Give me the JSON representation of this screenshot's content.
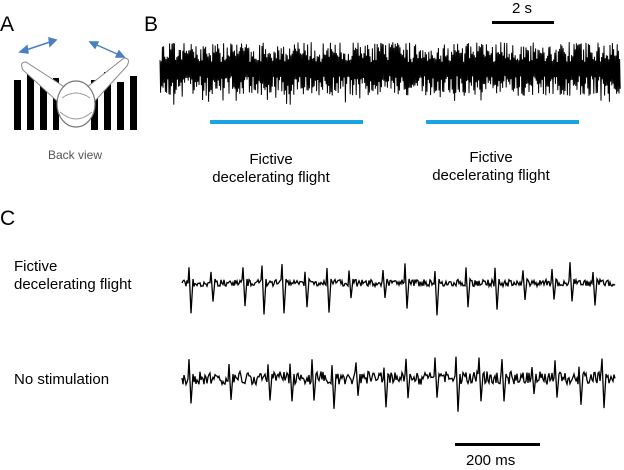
{
  "panels": {
    "a": "A",
    "b": "B",
    "c": "C"
  },
  "panel_a": {
    "caption": "Back view"
  },
  "panel_b": {
    "scalebar_label": "2 s",
    "stim_label_1_line1": "Fictive",
    "stim_label_1_line2": "decelerating flight",
    "stim_label_2_line1": "Fictive",
    "stim_label_2_line2": "decelerating flight"
  },
  "panel_c": {
    "trace_1_label_line1": "Fictive",
    "trace_1_label_line2": "decelerating flight",
    "trace_2_label": "No stimulation",
    "scalebar_label": "200 ms"
  },
  "colors": {
    "stimulus": "#1ba4e3",
    "trace": "#000000",
    "arrow": "#4a7fc1"
  }
}
